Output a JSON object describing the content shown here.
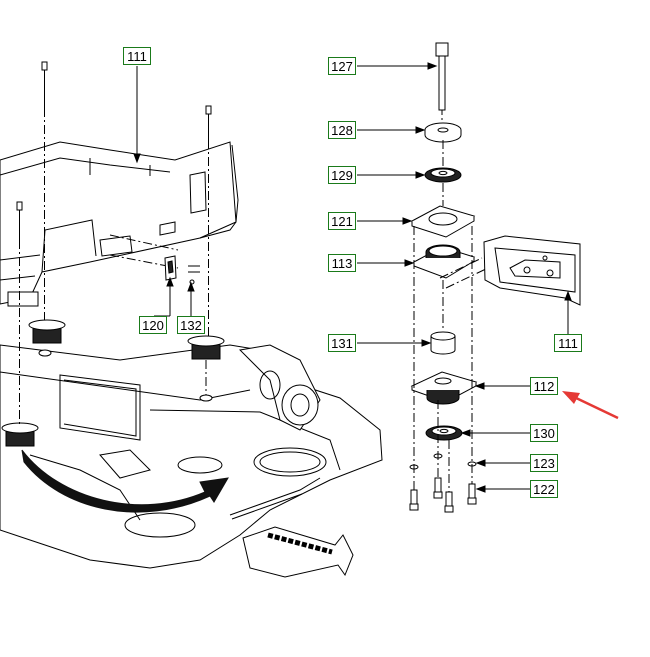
{
  "diagram": {
    "labels": {
      "l111_top": "111",
      "l127": "127",
      "l128": "128",
      "l129": "129",
      "l121": "121",
      "l113": "113",
      "l131": "131",
      "l111_right": "111",
      "l112": "112",
      "l130": "130",
      "l123": "123",
      "l122": "122",
      "l120": "120",
      "l132": "132"
    },
    "colors": {
      "label_border": "#1a7a1a",
      "line": "#000000",
      "highlight_arrow": "#e53935"
    }
  }
}
